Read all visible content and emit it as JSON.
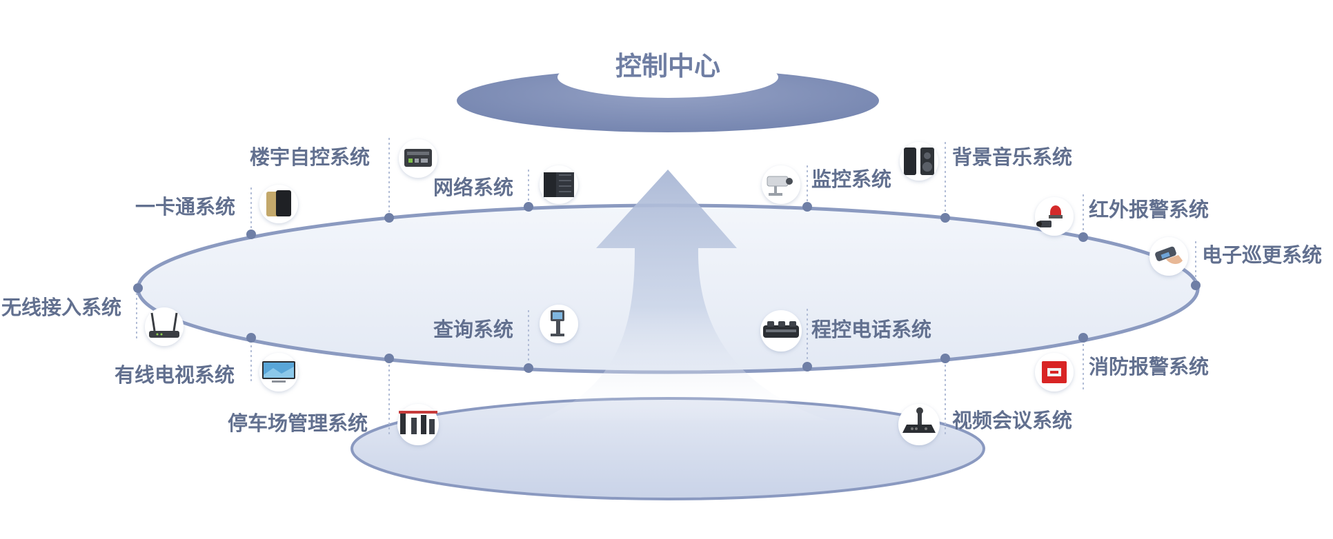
{
  "center": {
    "title": "控制中心"
  },
  "colors": {
    "main_ellipse_fill": "#e9eef7",
    "main_ellipse_stroke": "#8b9ac0",
    "top_ellipse": "#7f8db6",
    "base_ellipse": "#d6deee",
    "base_ellipse_stroke": "#8a99c0",
    "arrow": "#b8c5de",
    "dot": "#6f7fa6",
    "text": "#62708f",
    "title_text": "#6f7ea3"
  },
  "systems": [
    {
      "label": "楼宇自控系统",
      "icon": "controller-box-icon"
    },
    {
      "label": "网络系统",
      "icon": "server-rack-icon"
    },
    {
      "label": "一卡通系统",
      "icon": "access-card-icon"
    },
    {
      "label": "监控系统",
      "icon": "cctv-camera-icon"
    },
    {
      "label": "背景音乐系统",
      "icon": "speaker-icon"
    },
    {
      "label": "红外报警系统",
      "icon": "alarm-light-icon"
    },
    {
      "label": "电子巡更系统",
      "icon": "patrol-device-icon"
    },
    {
      "label": "无线接入系统",
      "icon": "wireless-router-icon"
    },
    {
      "label": "查询系统",
      "icon": "kiosk-icon"
    },
    {
      "label": "程控电话系统",
      "icon": "phone-switch-icon"
    },
    {
      "label": "有线电视系统",
      "icon": "television-icon"
    },
    {
      "label": "消防报警系统",
      "icon": "fire-alarm-icon"
    },
    {
      "label": "停车场管理系统",
      "icon": "parking-gate-icon"
    },
    {
      "label": "视频会议系统",
      "icon": "conference-controller-icon"
    }
  ]
}
